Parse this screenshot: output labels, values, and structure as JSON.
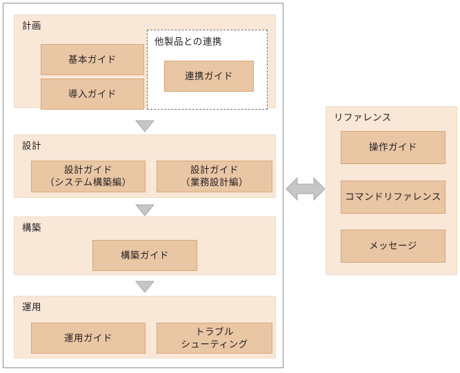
{
  "diagram": {
    "title_hidden": "",
    "colors": {
      "panel_fill": "#f9e7d7",
      "panel_border": "#f2dcc8",
      "box_fill": "#e9c6a4",
      "box_border": "#d8a775",
      "arrow_fill": "#c6c6c6",
      "arrow_border": "#a6a6a6",
      "frame_border": "#8c8c8c",
      "text": "#231f20",
      "dashed_border": "#6e6e6e",
      "dashed_fill": "#ffffff"
    }
  },
  "lifecycle": {
    "phases": [
      {
        "id": "plan",
        "title": "計画",
        "boxes": [
          {
            "label": "基本ガイド"
          },
          {
            "label": "導入ガイド"
          }
        ],
        "group": {
          "title": "他製品との連携",
          "boxes": [
            {
              "label": "連携ガイド"
            }
          ]
        }
      },
      {
        "id": "design",
        "title": "設計",
        "boxes": [
          {
            "line1": "設計ガイド",
            "line2": "（システム構築編）"
          },
          {
            "line1": "設計ガイド",
            "line2": "（業務設計編）"
          }
        ]
      },
      {
        "id": "build",
        "title": "構築",
        "boxes": [
          {
            "label": "構築ガイド"
          }
        ]
      },
      {
        "id": "operate",
        "title": "運用",
        "boxes": [
          {
            "label": "運用ガイド"
          },
          {
            "line1": "トラブル",
            "line2": "シューティング"
          }
        ]
      }
    ],
    "connectors": [
      {
        "name": "plan-to-design",
        "type": "arrow-down"
      },
      {
        "name": "design-to-build",
        "type": "arrow-down"
      },
      {
        "name": "build-to-operate",
        "type": "arrow-down"
      }
    ]
  },
  "reference": {
    "title": "リファレンス",
    "boxes": [
      {
        "label": "操作ガイド"
      },
      {
        "label": "コマンドリファレンス"
      },
      {
        "label": "メッセージ"
      }
    ]
  },
  "bidirectional_arrow": {
    "name": "lifecycle-reference-link",
    "type": "double-headed-horizontal-arrow"
  }
}
